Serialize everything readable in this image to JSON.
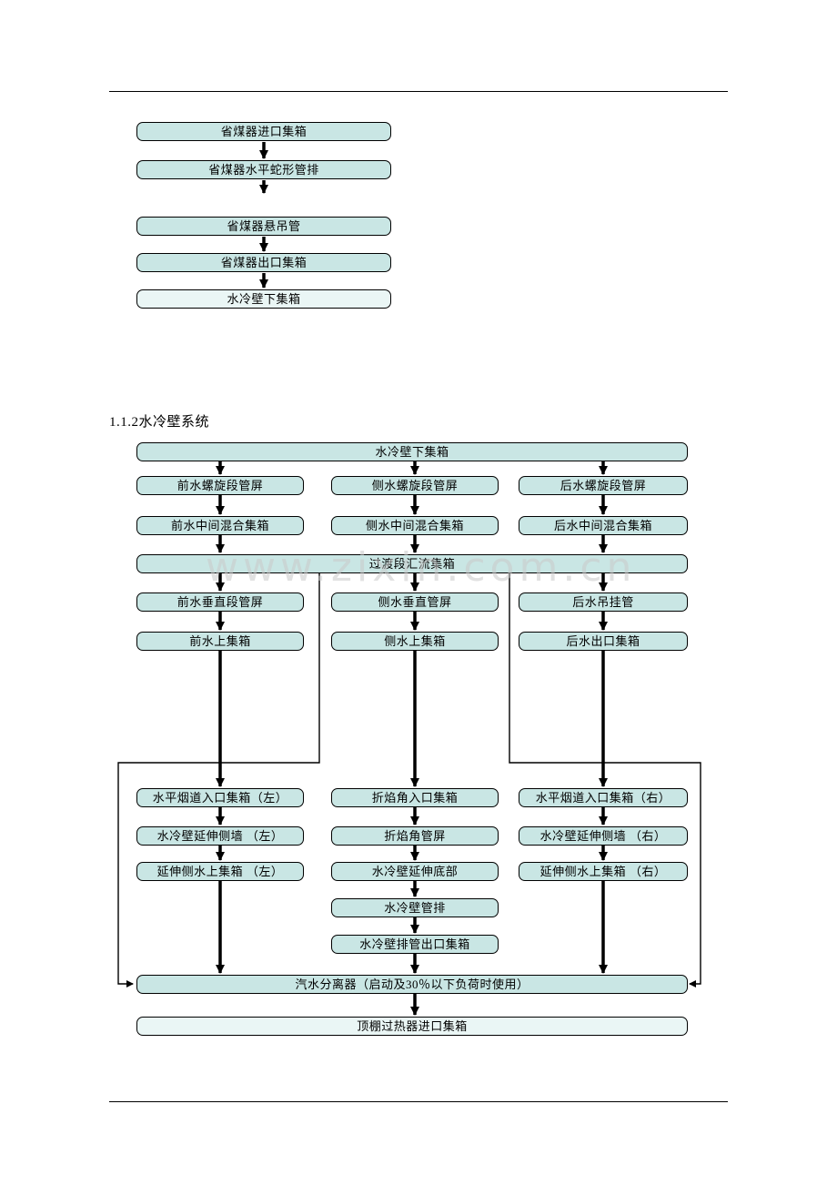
{
  "colors": {
    "background": "#ffffff",
    "text": "#000000",
    "line": "#000000",
    "box_fill": "#c9e6e4",
    "box_fill_light": "#eaf6f5",
    "watermark": "#c9c9c9"
  },
  "section_heading": "1.1.2水冷壁系统",
  "watermark": "www.zixin.com.cn",
  "economizer_flow": {
    "boxes": [
      "省煤器进口集箱",
      "省煤器水平蛇形管排",
      "省煤器悬吊管",
      "省煤器出口集箱",
      "水冷壁下集箱"
    ]
  },
  "waterwall_flow": {
    "top_header": "水冷壁下集箱",
    "spiral_panels": [
      "前水螺旋段管屏",
      "侧水螺旋段管屏",
      "后水螺旋段管屏"
    ],
    "mix_headers": [
      "前水中间混合集箱",
      "侧水中间混合集箱",
      "后水中间混合集箱"
    ],
    "transition_header": "过渡段汇流集箱",
    "vertical_panels": [
      "前水垂直段管屏",
      "侧水垂直管屏",
      "后水吊挂管"
    ],
    "upper_headers": [
      "前水上集箱",
      "侧水上集箱",
      "后水出口集箱"
    ],
    "inlet_headers": [
      "水平烟道入口集箱（左）",
      "折焰角入口集箱",
      "水平烟道入口集箱（右）"
    ],
    "extension_walls": [
      "水冷壁延伸侧墙 （左）",
      "折焰角管屏",
      "水冷壁延伸侧墙 （右）"
    ],
    "extension_upper": [
      "延伸侧水上集箱 （左）",
      "水冷壁延伸底部",
      "延伸侧水上集箱 （右）"
    ],
    "tube_bank": "水冷壁管排",
    "tube_outlet_header": "水冷壁排管出口集箱",
    "separator": "汽水分离器（启动及30％以下负荷时使用）",
    "roof_inlet_header": "顶棚过热器进口集箱"
  }
}
